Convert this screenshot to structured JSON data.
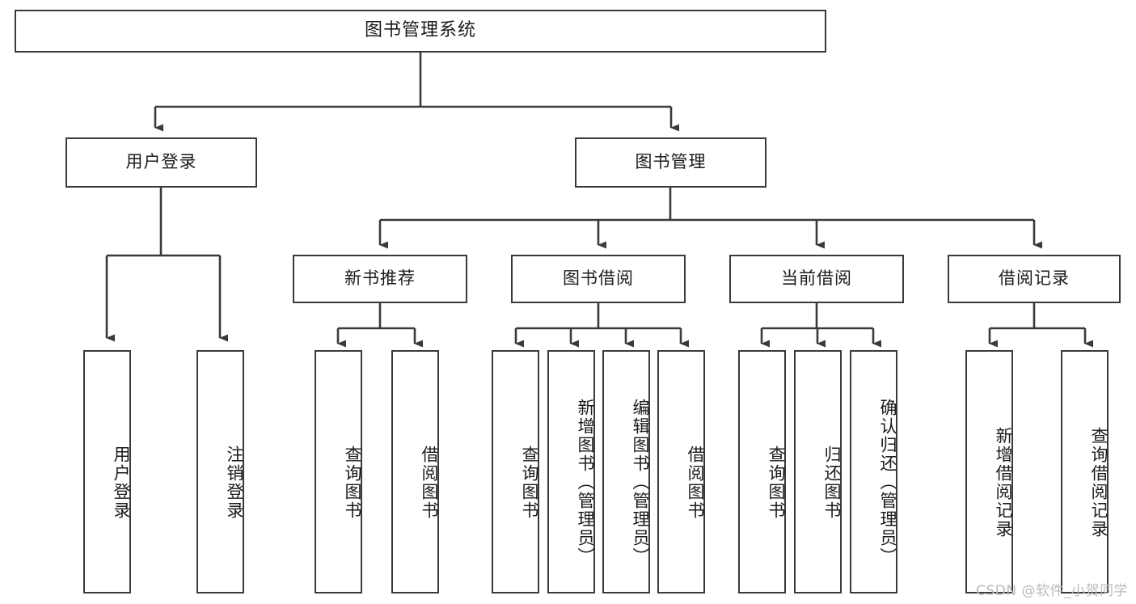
{
  "diagram": {
    "title": "图书管理系统",
    "watermark": "CSDN @软件_小贺同学",
    "line_color": "#3a3a3a",
    "box_fill": "#ffffff",
    "text_color": "#1b1b1b",
    "watermark_color": "#b9b9b9",
    "nodes": {
      "root": "图书管理系统",
      "level2": {
        "user_login": "用户登录",
        "book_manage": "图书管理"
      },
      "level3": {
        "new_book_recommend": "新书推荐",
        "book_borrow": "图书借阅",
        "current_borrow": "当前借阅",
        "borrow_record": "借阅记录"
      },
      "leaves": {
        "user_login_leaf1": "用户登录",
        "user_login_leaf2": "注销登录",
        "recommend_leaf1": "查询图书",
        "recommend_leaf2": "借阅图书",
        "borrow_leaf1": "查询图书",
        "borrow_leaf2": "新增图书（管理员）",
        "borrow_leaf3": "编辑图书（管理员）",
        "borrow_leaf4": "借阅图书",
        "current_leaf1": "查询图书",
        "current_leaf2": "归还图书",
        "current_leaf3": "确认归还（管理员）",
        "record_leaf1": "新增借阅记录",
        "record_leaf2": "查询借阅记录"
      }
    }
  },
  "chart_data": {
    "type": "diagram",
    "subtype": "tree-hierarchy",
    "title": "图书管理系统",
    "orientation": "top-down",
    "levels": 4,
    "tree": {
      "label": "图书管理系统",
      "children": [
        {
          "label": "用户登录",
          "children": [
            {
              "label": "用户登录",
              "children": []
            },
            {
              "label": "注销登录",
              "children": []
            }
          ]
        },
        {
          "label": "图书管理",
          "children": [
            {
              "label": "新书推荐",
              "children": [
                {
                  "label": "查询图书",
                  "children": []
                },
                {
                  "label": "借阅图书",
                  "children": []
                }
              ]
            },
            {
              "label": "图书借阅",
              "children": [
                {
                  "label": "查询图书",
                  "children": []
                },
                {
                  "label": "新增图书（管理员）",
                  "children": []
                },
                {
                  "label": "编辑图书（管理员）",
                  "children": []
                },
                {
                  "label": "借阅图书",
                  "children": []
                }
              ]
            },
            {
              "label": "当前借阅",
              "children": [
                {
                  "label": "查询图书",
                  "children": []
                },
                {
                  "label": "归还图书",
                  "children": []
                },
                {
                  "label": "确认归还（管理员）",
                  "children": []
                }
              ]
            },
            {
              "label": "借阅记录",
              "children": [
                {
                  "label": "新增借阅记录",
                  "children": []
                },
                {
                  "label": "查询借阅记录",
                  "children": []
                }
              ]
            }
          ]
        }
      ]
    },
    "node_count": 20,
    "leaf_count": 13
  }
}
